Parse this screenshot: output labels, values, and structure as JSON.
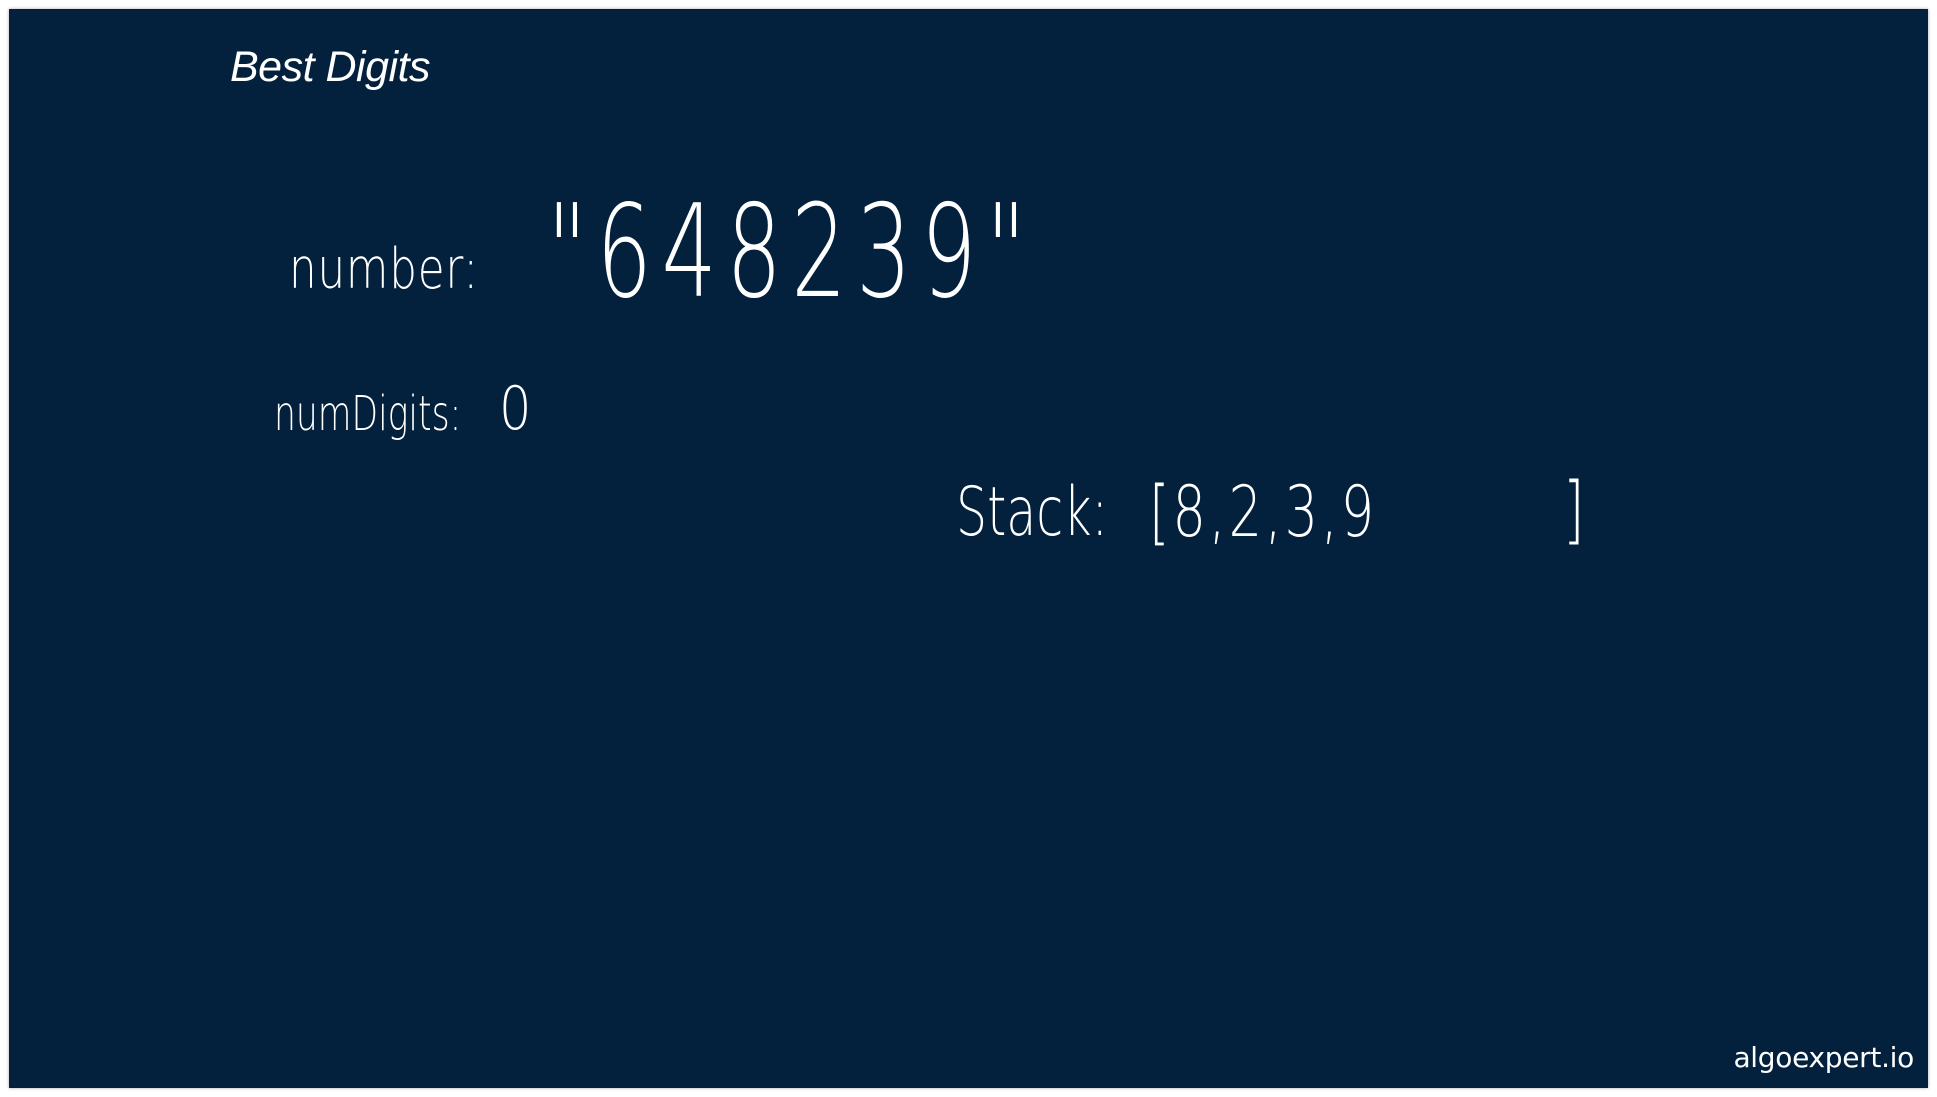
{
  "slide": {
    "title": "Best Digits",
    "watermark": "algoexpert.io",
    "background_color": "#03213d",
    "ink_color": "#ffffff"
  },
  "whiteboard": {
    "number_label": "number:",
    "number_value": "\"648239\"",
    "num_digits_label": "numDigits:",
    "num_digits_value": "0",
    "stack_label": "Stack:",
    "stack_open": "[8,2,3,9",
    "stack_close": "]"
  }
}
